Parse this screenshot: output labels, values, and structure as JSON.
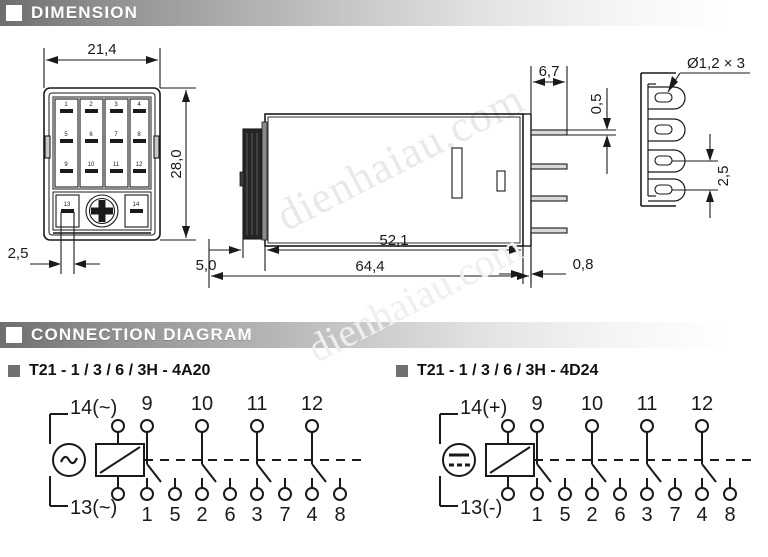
{
  "sections": {
    "dimension": {
      "title": "DIMENSION",
      "icon": "square-icon"
    },
    "connection": {
      "title": "CONNECTION DIAGRAM",
      "icon": "square-icon"
    }
  },
  "watermark": {
    "text": "dienhaiau.com"
  },
  "dimension_drawing": {
    "top_view": {
      "name": "top-view",
      "width_label": "21,4",
      "height_label": "28,0",
      "pin_offset_label": "2,5",
      "pin_grid_numbers": [
        "1",
        "2",
        "3",
        "4",
        "5",
        "6",
        "7",
        "8",
        "9",
        "10",
        "11",
        "12"
      ],
      "bottom_pins": [
        "13",
        "14"
      ],
      "center_feature": "screw-cross"
    },
    "side_view": {
      "name": "side-view",
      "body_length_label": "52,1",
      "total_length_label": "64,4",
      "front_offset_label": "5,0",
      "pin_pitch_label": "6,7",
      "pin_thickness_label": "0,5",
      "pin_gap_label": "0,8"
    },
    "end_view": {
      "name": "end-view",
      "hole_label": "Ø1,2 × 3",
      "pin_spacing_label": "2,5",
      "pin_count": 4
    }
  },
  "connection_diagrams": [
    {
      "id": "left",
      "model": "T21 - 1 / 3 / 6 / 3H - 4A20",
      "supply_symbol": "ac-source-icon",
      "coil_terminals": {
        "top": "14(~)",
        "bottom": "13(~)"
      },
      "common_pins": [
        "9",
        "10",
        "11",
        "12"
      ],
      "contact_pins": [
        "1",
        "5",
        "2",
        "6",
        "3",
        "7",
        "4",
        "8"
      ]
    },
    {
      "id": "right",
      "model": "T21 - 1 / 3 / 6 / 3H - 4D24",
      "supply_symbol": "dc-source-icon",
      "coil_terminals": {
        "top": "14(+)",
        "bottom": "13(-)"
      },
      "common_pins": [
        "9",
        "10",
        "11",
        "12"
      ],
      "contact_pins": [
        "1",
        "5",
        "2",
        "6",
        "3",
        "7",
        "4",
        "8"
      ]
    }
  ],
  "colors": {
    "line": "#1a1a1a",
    "header_dark": "#6e6e6e",
    "bullet": "#707070",
    "dark_fill": "#262626",
    "watermark": "#e9e9e9"
  }
}
